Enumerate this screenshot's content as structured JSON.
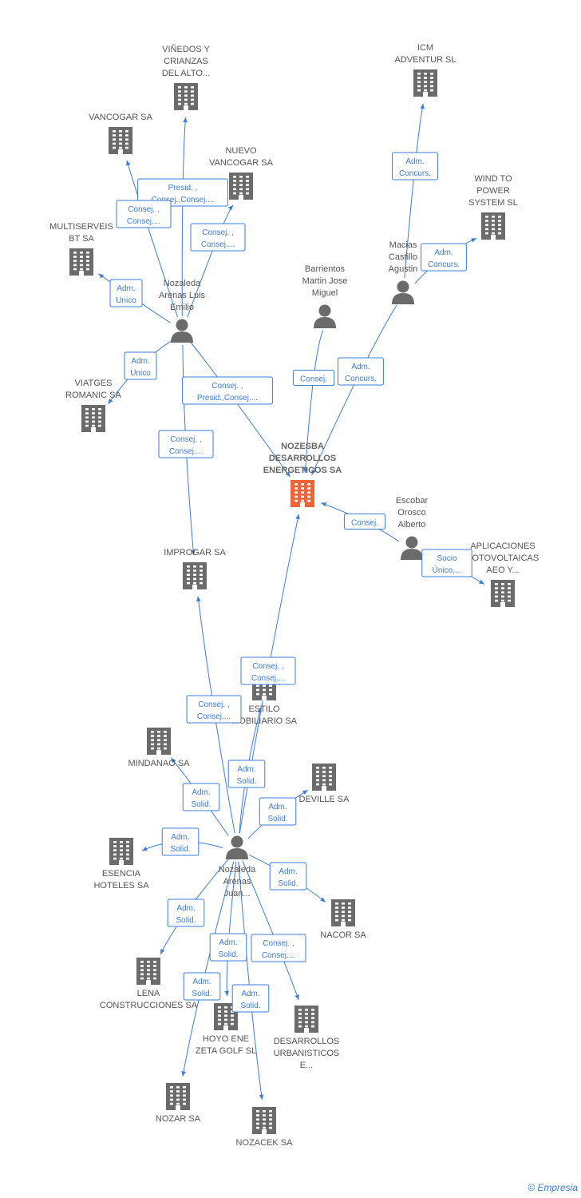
{
  "colors": {
    "edge": "#3b7dd8",
    "node": "#6b6b6b",
    "main_node": "#f26436"
  },
  "footer": {
    "copyright": "©",
    "brand": "Empresia"
  },
  "nodes": [
    {
      "id": "vinedos",
      "type": "company",
      "lines": [
        "VIÑEDOS Y",
        "CRIANZAS",
        "DEL ALTO..."
      ]
    },
    {
      "id": "vancogar",
      "type": "company",
      "lines": [
        "VANCOGAR SA"
      ]
    },
    {
      "id": "nuevo",
      "type": "company",
      "lines": [
        "NUEVO",
        "VANCOGAR SA"
      ]
    },
    {
      "id": "multiserveis",
      "type": "company",
      "lines": [
        "MULTISERVEIS",
        "BT SA"
      ]
    },
    {
      "id": "luis",
      "type": "person",
      "lines": [
        "Nozaleda",
        "Arenas Luis",
        "Emilio"
      ]
    },
    {
      "id": "viatges",
      "type": "company",
      "lines": [
        "VIATGES",
        "ROMANIC SA"
      ]
    },
    {
      "id": "icm",
      "type": "company",
      "lines": [
        "ICM",
        "ADVENTUR SL"
      ]
    },
    {
      "id": "wind",
      "type": "company",
      "lines": [
        "WIND TO",
        "POWER",
        "SYSTEM SL"
      ]
    },
    {
      "id": "macias",
      "type": "person",
      "lines": [
        "Macias",
        "Castillo",
        "Agustin"
      ]
    },
    {
      "id": "barrientos",
      "type": "person",
      "lines": [
        "Barrientos",
        "Martin Jose",
        "Miguel"
      ]
    },
    {
      "id": "nozesba",
      "type": "main",
      "lines": [
        "NOZESBA",
        "DESARROLLOS",
        "ENERGETICOS SA"
      ]
    },
    {
      "id": "escobar",
      "type": "person",
      "lines": [
        "Escobar",
        "Orosco",
        "Alberto"
      ]
    },
    {
      "id": "aplicaciones",
      "type": "company",
      "lines": [
        "APLICACIONES",
        "FOTOVOLTAICAS",
        "AEO Y..."
      ]
    },
    {
      "id": "improgar",
      "type": "company",
      "lines": [
        "IMPROGAR SA"
      ]
    },
    {
      "id": "estilo",
      "type": "company",
      "lines": [
        "ESTILO",
        "MOBILIARIO SA"
      ]
    },
    {
      "id": "mindanao",
      "type": "company",
      "lines": [
        "MINDANAO SA"
      ]
    },
    {
      "id": "deville",
      "type": "company",
      "lines": [
        "DEVILLE SA"
      ]
    },
    {
      "id": "juan",
      "type": "person",
      "lines": [
        "Nozaleda",
        "Arenas",
        "Juan..."
      ]
    },
    {
      "id": "esencia",
      "type": "company",
      "lines": [
        "ESENCIA",
        "HOTELES SA"
      ]
    },
    {
      "id": "nacor",
      "type": "company",
      "lines": [
        "NACOR SA"
      ]
    },
    {
      "id": "lena",
      "type": "company",
      "lines": [
        "LENA",
        "CONSTRUCCIONES SA"
      ]
    },
    {
      "id": "hoyo",
      "type": "company",
      "lines": [
        "HOYO ENE",
        "ZETA GOLF SL"
      ]
    },
    {
      "id": "desarrollos",
      "type": "company",
      "lines": [
        "DESARROLLOS",
        "URBANISTICOS",
        "E..."
      ]
    },
    {
      "id": "nozar",
      "type": "company",
      "lines": [
        "NOZAR SA"
      ]
    },
    {
      "id": "nozacek",
      "type": "company",
      "lines": [
        "NOZACEK SA"
      ]
    }
  ],
  "edges": [
    {
      "from": "luis",
      "to": "vinedos",
      "label": [
        "Presid. ,",
        "Consej.,Consej...."
      ]
    },
    {
      "from": "luis",
      "to": "vancogar",
      "label": [
        "Consej. ,",
        "Consej...."
      ]
    },
    {
      "from": "luis",
      "to": "nuevo",
      "label": [
        "Consej. ,",
        "Consej...."
      ]
    },
    {
      "from": "luis",
      "to": "multiserveis",
      "label": [
        "Adm.",
        "Unico"
      ]
    },
    {
      "from": "luis",
      "to": "viatges",
      "label": [
        "Adm.",
        "Unico"
      ]
    },
    {
      "from": "luis",
      "to": "nozesba",
      "label": [
        "Consej. ,",
        "Presid.,Consej...."
      ]
    },
    {
      "from": "luis",
      "to": "improgar",
      "label": [
        "Consej. ,",
        "Consej...."
      ]
    },
    {
      "from": "macias",
      "to": "icm",
      "label": [
        "Adm.",
        "Concurs."
      ]
    },
    {
      "from": "macias",
      "to": "wind",
      "label": [
        "Adm.",
        "Concurs."
      ]
    },
    {
      "from": "macias",
      "to": "nozesba",
      "label": [
        "Adm.",
        "Concurs."
      ]
    },
    {
      "from": "barrientos",
      "to": "nozesba",
      "label": [
        "Consej."
      ]
    },
    {
      "from": "escobar",
      "to": "nozesba",
      "label": [
        "Consej."
      ]
    },
    {
      "from": "escobar",
      "to": "aplicaciones",
      "label": [
        "Socio",
        "Único,..."
      ]
    },
    {
      "from": "juan",
      "to": "nozesba",
      "label": [
        "Consej. ,",
        "Consej...."
      ]
    },
    {
      "from": "juan",
      "to": "improgar",
      "label": [
        "Consej. ,",
        "Consej...."
      ]
    },
    {
      "from": "juan",
      "to": "estilo",
      "label": [
        "Adm.",
        "Solid."
      ]
    },
    {
      "from": "juan",
      "to": "mindanao",
      "label": [
        "Adm.",
        "Solid."
      ]
    },
    {
      "from": "juan",
      "to": "deville",
      "label": [
        "Adm.",
        "Solid."
      ]
    },
    {
      "from": "juan",
      "to": "esencia",
      "label": [
        "Adm.",
        "Solid."
      ]
    },
    {
      "from": "juan",
      "to": "nacor",
      "label": [
        "Adm.",
        "Solid."
      ]
    },
    {
      "from": "juan",
      "to": "lena",
      "label": [
        "Adm.",
        "Solid."
      ]
    },
    {
      "from": "juan",
      "to": "hoyo",
      "label": [
        "Adm.",
        "Solid."
      ]
    },
    {
      "from": "juan",
      "to": "desarrollos",
      "label": [
        "Consej. ,",
        "Consej...."
      ]
    },
    {
      "from": "juan",
      "to": "nozar",
      "label": [
        "Adm.",
        "Solid."
      ]
    },
    {
      "from": "juan",
      "to": "nozacek",
      "label": [
        "Adm.",
        "Solid."
      ]
    }
  ]
}
